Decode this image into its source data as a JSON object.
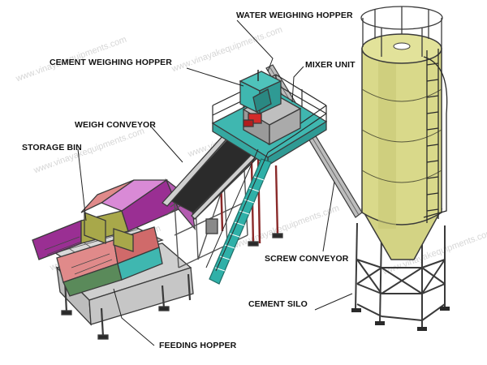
{
  "callouts": {
    "water_weighing_hopper": "WATER WEIGHING HOPPER",
    "cement_weighing_hopper": "CEMENT WEIGHING HOPPER",
    "mixer_unit": "MIXER UNIT",
    "weigh_conveyor": "WEIGH CONVEYOR",
    "storage_bin": "STORAGE BIN",
    "screw_conveyor": "SCREW CONVEYOR",
    "cement_silo": "CEMENT  SILO",
    "feeding_hopper": "FEEDING HOPPER"
  },
  "watermark": "www.vinayakequipments.com",
  "colors": {
    "silo_body": "#d9d98a",
    "frame_steel": "#cfcfcf",
    "platform_teal": "#3fb7b0",
    "belt_dark": "#2b2b2b",
    "bin_magenta": "#9a2f93",
    "bin_pink": "#e08a8a",
    "hopper_olive": "#a8a84a",
    "stair_teal": "#2fb0a8",
    "leg_red": "#8a2a2a"
  }
}
